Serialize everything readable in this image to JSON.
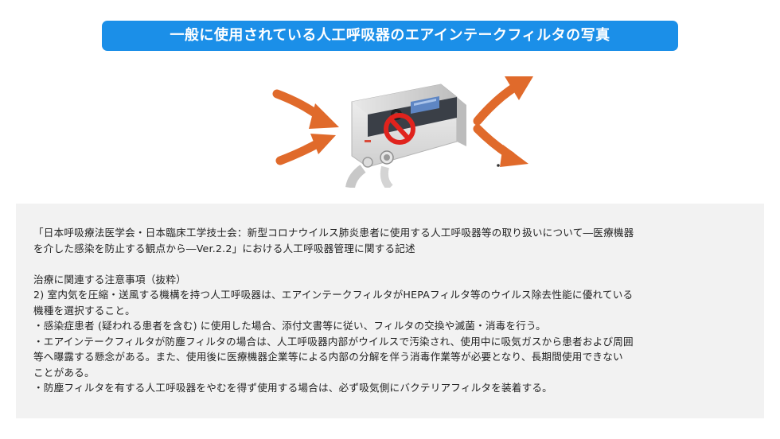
{
  "banner": {
    "title": "一般に使用されている人工呼吸器のエアインテークフィルタの写真"
  },
  "illustration": {
    "device": "ventilator",
    "overlay_icon": "prohibited-icon",
    "arrow_color": "#e06a2b",
    "prohibit_color": "#e0231d"
  },
  "note": {
    "citation_line1": "「日本呼吸療法医学会・日本臨床工学技士会：新型コロナウイルス肺炎患者に使用する人工呼吸器等の取り扱いについて―医療機器",
    "citation_line2": "を介した感染を防止する観点から―Ver.2.2」における人工呼吸器管理に関する記述",
    "section_heading": "治療に関連する注意事項（抜粋）",
    "item2_line1": "2) 室内気を圧縮・送風する機構を持つ人工呼吸器は、エアインテークフィルタがHEPAフィルタ等のウイルス除去性能に優れている",
    "item2_line2": "機種を選択すること。",
    "bullet1": "・感染症患者 (疑われる患者を含む) に使用した場合、添付文書等に従い、フィルタの交換や滅菌・消毒を行う。",
    "bullet2_line1": "・エアインテークフィルタが防塵フィルタの場合は、人工呼吸器内部がウイルスで汚染され、使用中に吸気ガスから患者および周囲",
    "bullet2_line2": "等へ曝露する懸念がある。また、使用後に医療機器企業等による内部の分解を伴う消毒作業等が必要となり、長期間使用できない",
    "bullet2_line3": "ことがある。",
    "bullet3": "・防塵フィルタを有する人工呼吸器をやむを得ず使用する場合は、必ず吸気側にバクテリアフィルタを装着する。"
  }
}
